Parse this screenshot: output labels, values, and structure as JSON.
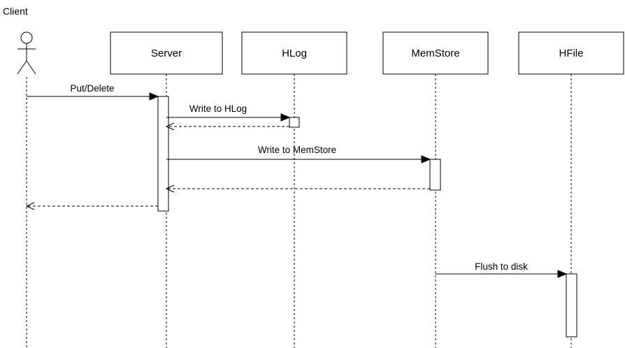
{
  "diagram": {
    "type": "sequence",
    "actor": {
      "label": "Client"
    },
    "participants": [
      {
        "id": "server",
        "label": "Server"
      },
      {
        "id": "hlog",
        "label": "HLog"
      },
      {
        "id": "memstore",
        "label": "MemStore"
      },
      {
        "id": "hfile",
        "label": "HFile"
      }
    ],
    "messages": [
      {
        "from": "client",
        "to": "server",
        "label": "Put/Delete",
        "style": "sync"
      },
      {
        "from": "server",
        "to": "hlog",
        "label": "Write to HLog",
        "style": "sync"
      },
      {
        "from": "hlog",
        "to": "server",
        "label": "",
        "style": "return"
      },
      {
        "from": "server",
        "to": "memstore",
        "label": "Write to MemStore",
        "style": "sync"
      },
      {
        "from": "memstore",
        "to": "server",
        "label": "",
        "style": "return"
      },
      {
        "from": "server",
        "to": "client",
        "label": "",
        "style": "return"
      },
      {
        "from": "memstore",
        "to": "hfile",
        "label": "Flush to disk",
        "style": "sync"
      }
    ]
  }
}
